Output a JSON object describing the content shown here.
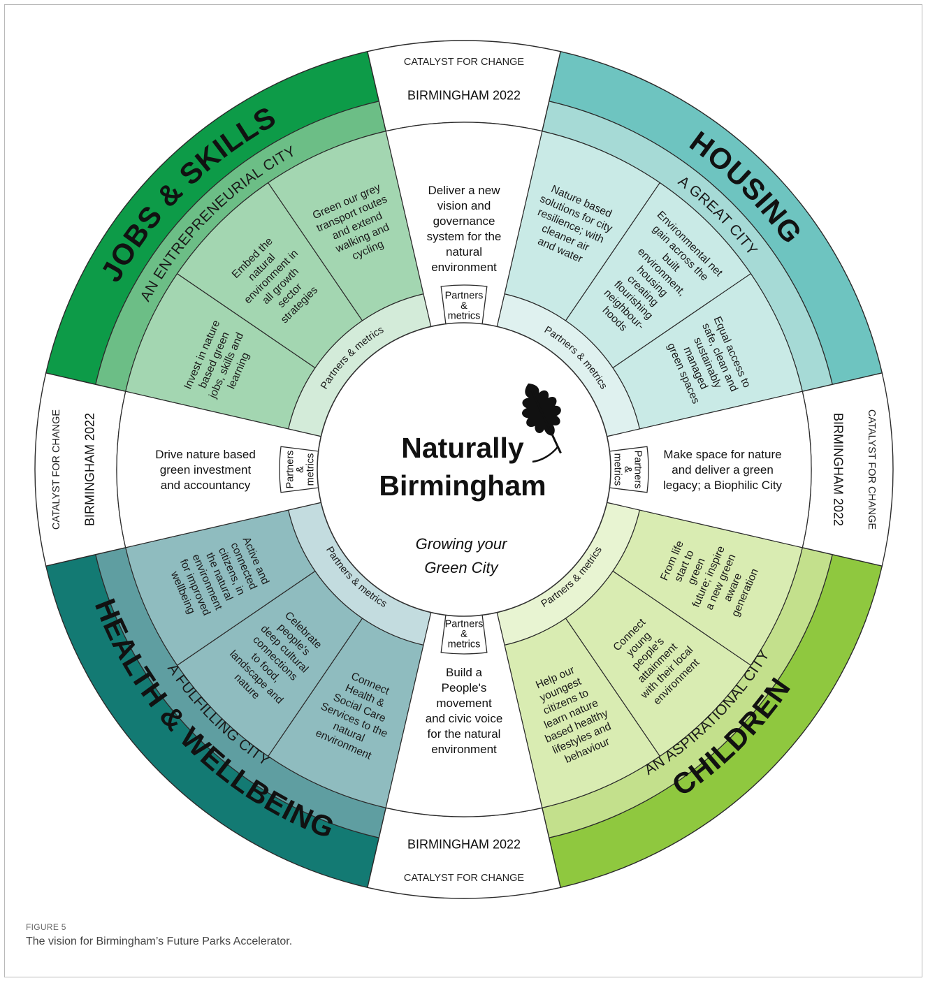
{
  "center": {
    "title_line1": "Naturally",
    "title_line2": "Birmingham",
    "subtitle_line1": "Growing your",
    "subtitle_line2": "Green City",
    "icon": "oak-leaf-icon"
  },
  "sectors": [
    {
      "key": "housing",
      "theme": "HOUSING",
      "city": "A GREAT CITY",
      "colors": {
        "outer": "#6ec4c0",
        "city": "#a6dad6",
        "box": "#c9eae6",
        "ring": "#dff1ef"
      },
      "items": [
        [
          "Nature based",
          "solutions for city",
          "resilience; with",
          "cleaner air",
          "and water"
        ],
        [
          "Environmental net",
          "gain across the",
          "built",
          "environment,",
          "housing",
          "creating",
          "flourishing",
          "neighbour-",
          "hoods"
        ],
        [
          "Equal access to",
          "safe, clean and",
          "sustainably",
          "managed",
          "green spaces"
        ]
      ]
    },
    {
      "key": "children",
      "theme": "CHILDREN",
      "city": "AN ASPIRATIONAL CITY",
      "colors": {
        "outer": "#8fc83f",
        "city": "#c3e08c",
        "box": "#d9ecb2",
        "ring": "#e8f4d2"
      },
      "items": [
        [
          "From life",
          "start to",
          "green",
          "future; inspire",
          "a new green",
          "aware",
          "generation"
        ],
        [
          "Connect",
          "young",
          "people's",
          "attainment",
          "with their local",
          "environment"
        ],
        [
          "Help our",
          "youngest",
          "citizens to",
          "learn nature",
          "based healthy",
          "lifestyles and",
          "behaviour"
        ]
      ]
    },
    {
      "key": "health",
      "theme": "HEALTH & WELLBEING",
      "city": "A FULFILLING CITY",
      "colors": {
        "outer": "#137a73",
        "city": "#5f9ea1",
        "box": "#8fbcbf",
        "ring": "#c3dcdf"
      },
      "items": [
        [
          "Connect",
          "Health &",
          "Social Care",
          "Services to the",
          "natural",
          "environment"
        ],
        [
          "Celebrate",
          "people's",
          "deep cultural",
          "connections",
          "to food,",
          "landscape and",
          "nature"
        ],
        [
          "Active and",
          "connected",
          "citizens, in",
          "the natural",
          "environment",
          "for improved",
          "wellbeing"
        ]
      ]
    },
    {
      "key": "jobs",
      "theme": "JOBS & SKILLS",
      "city": "AN ENTREPRENEURIAL CITY",
      "colors": {
        "outer": "#0d9b48",
        "city": "#6cbe86",
        "box": "#a3d6b1",
        "ring": "#d3ebd9"
      },
      "items": [
        [
          "Invest in nature",
          "based green",
          "jobs, skills and",
          "learning"
        ],
        [
          "Embed the",
          "natural",
          "environment in",
          "all growth",
          "sector",
          "strategies"
        ],
        [
          "Green our grey",
          "transport routes",
          "and extend",
          "walking and",
          "cycling"
        ]
      ]
    }
  ],
  "catalysts": [
    {
      "key": "top",
      "label": "CATALYST FOR CHANGE",
      "year": "BIRMINGHAM 2022",
      "statement": [
        "Deliver a new",
        "vision and",
        "governance",
        "system for the",
        "natural",
        "environment"
      ]
    },
    {
      "key": "right",
      "label": "CATALYST FOR CHANGE",
      "year": "BIRMINGHAM 2022",
      "statement": [
        "Make space for nature",
        "and deliver a green",
        "legacy; a Biophilic City"
      ]
    },
    {
      "key": "bottom",
      "label": "CATALYST FOR CHANGE",
      "year": "BIRMINGHAM 2022",
      "statement": [
        "Build a",
        "People's",
        "movement",
        "and civic voice",
        "for the natural",
        "environment"
      ]
    },
    {
      "key": "left",
      "label": "CATALYST FOR CHANGE",
      "year": "BIRMINGHAM 2022",
      "statement": [
        "Drive nature based",
        "green investment",
        "and accountancy"
      ]
    }
  ],
  "partners": {
    "label": "Partners & metrics",
    "tab_line1": "Partners",
    "tab_line2": "&",
    "tab_line3": "metrics"
  },
  "caption": {
    "label": "FIGURE 5",
    "text": "The vision for Birmingham’s Future Parks Accelerator."
  }
}
